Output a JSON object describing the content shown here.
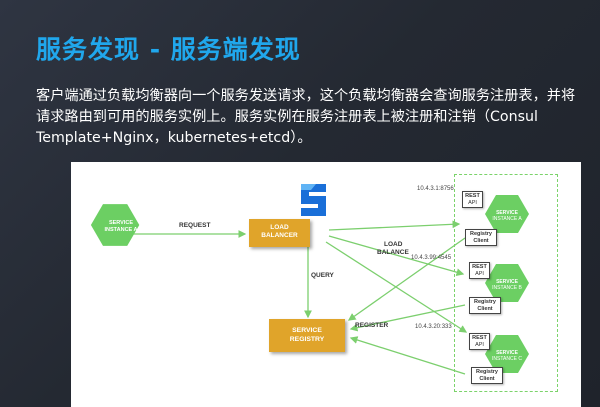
{
  "slide": {
    "title": "服务发现 - 服务端发现",
    "lines": [
      "客户端通过负载均衡器向一个服务发送请求，这个负载均衡器会查询服务注册表，并将",
      "请求路由到可用的服务实例上。服务实例在服务注册表上被注册和注销（Consul",
      "Template+Nginx，kubernetes+etcd）。"
    ]
  },
  "diagram": {
    "client": {
      "line1": "SERVICE",
      "line2": "INSTANCE A"
    },
    "load_balancer": {
      "line1": "LOAD",
      "line2": "BALANCER"
    },
    "registry": {
      "line1": "SERVICE",
      "line2": "REGISTRY"
    },
    "labels": {
      "request": "REQUEST",
      "load_balance_1": "LOAD",
      "load_balance_2": "BALANCE",
      "query": "QUERY",
      "register": "REGISTER"
    },
    "instances": [
      {
        "ip": "10.4.3.1:8756",
        "rest1": "REST",
        "rest2": "API",
        "svc1": "SERVICE",
        "svc2": "INSTANCE A",
        "client1": "Registry",
        "client2": "Client"
      },
      {
        "ip": "10.4.3.99:4545",
        "rest1": "REST",
        "rest2": "API",
        "svc1": "SERVICE",
        "svc2": "INSTANCE B",
        "client1": "Registry",
        "client2": "Client"
      },
      {
        "ip": "10.4.3.20:333",
        "rest1": "REST",
        "rest2": "API",
        "svc1": "SERVICE",
        "svc2": "INSTANCE C",
        "client1": "Registry",
        "client2": "Client"
      }
    ],
    "colors": {
      "title": "#20a7ec",
      "hex_green": "#6ccf63",
      "box_orange": "#e0a42a",
      "arrow_green": "#7ccf6e",
      "logo_blue": "#1a6fd8"
    },
    "logo_icon": "s-logo-icon"
  }
}
